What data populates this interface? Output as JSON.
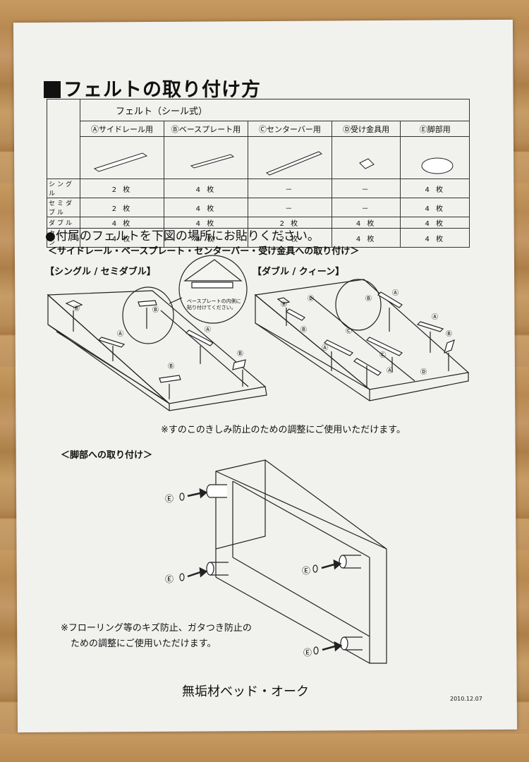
{
  "title": "フェルトの取り付け方",
  "table": {
    "header": "フェルト（シール式）",
    "columns": [
      "Ⓐサイドレール用",
      "Ⓑベースプレート用",
      "Ⓒセンターバー用",
      "Ⓓ受け金具用",
      "Ⓔ脚部用"
    ],
    "rows": [
      {
        "label": "シングル",
        "values": [
          "2 枚",
          "4 枚",
          "－",
          "－",
          "4 枚"
        ]
      },
      {
        "label": "セミダブル",
        "values": [
          "2 枚",
          "4 枚",
          "－",
          "－",
          "4 枚"
        ]
      },
      {
        "label": "ダブル",
        "values": [
          "4 枚",
          "4 枚",
          "2 枚",
          "4 枚",
          "4 枚"
        ]
      },
      {
        "label": "クィーン",
        "values": [
          "4 枚",
          "4 枚",
          "2 枚",
          "4 枚",
          "4 枚"
        ]
      }
    ]
  },
  "instruction": "●付属のフェルトを下図の場所にお貼りください。",
  "subheading_rails": "＜サイドレール・ベースプレート・センターバー・受け金具への取り付け＞",
  "label_single": "【シングル / セミダブル】",
  "label_double": "【ダブル / クィーン】",
  "callout_text": [
    "ベースプレートの内側に",
    "貼り付けてください。"
  ],
  "markers": {
    "A": "Ⓐ",
    "B": "Ⓑ",
    "C": "Ⓒ",
    "D": "Ⓓ",
    "E": "Ⓔ"
  },
  "note_squeak": "※すのこのきしみ防止のための調整にご使用いただけます。",
  "subheading_legs": "＜脚部への取り付け＞",
  "note_floor": [
    "※フローリング等のキズ防止、ガタつき防止の",
    "ための調整にご使用いただけます。"
  ],
  "product_name": "無垢材ベッド・オーク",
  "date": "2010.12.07",
  "colors": {
    "paper": "#f1f1ee",
    "ink": "#111111",
    "wood": "#c69a60"
  }
}
